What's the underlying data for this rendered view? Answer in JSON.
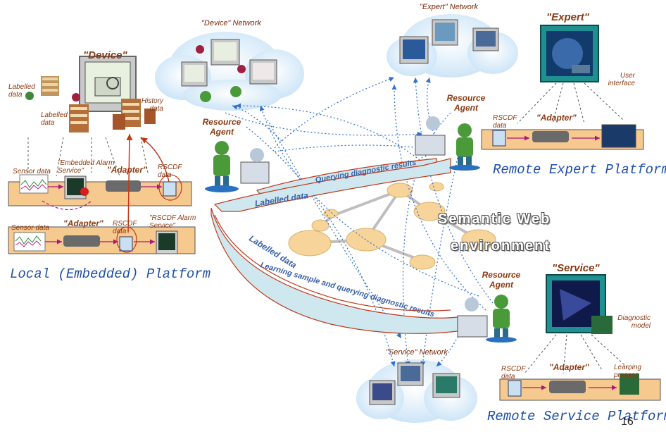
{
  "colors": {
    "platform_text": "#1e4fa8",
    "label_text": "#8b3a12",
    "flow_fill": "#cfe8ef",
    "flow_border": "#c0391b",
    "semantic_node": "#f7d59a",
    "platform_bar": "#f6c98f",
    "dotted_links": "#2f6fd0"
  },
  "device_section": {
    "title": "\"Device\"",
    "network_label": "\"Device\" Network",
    "labelled_data_1": "Labelled data",
    "labelled_data_2": "Labelled data",
    "history_data": "History data"
  },
  "local_platform": {
    "name": "Local (Embedded) Platform",
    "sensor_data_1": "Sensor data",
    "sensor_data_2": "Sensor data",
    "embedded_alarm": "\"Embedded Alarm Service\"",
    "adapter_1": "\"Adapter\"",
    "adapter_2": "\"Adapter\"",
    "rscdf_data_1": "RSCDF data",
    "rscdf_data_2": "RSCDF data",
    "rscdf_alarm": "\"RSCDF Alarm Service\""
  },
  "central": {
    "resource_agent": "Resource Agent",
    "semantic_web_1": "Semantic Web",
    "semantic_web_2": "environment"
  },
  "flows": {
    "querying_results": "Querying diagnostic results",
    "labelled_data_upper": "Labelled data",
    "labelled_data_lower": "Labelled data",
    "learning_sample": "Learning sample and querying diagnostic results"
  },
  "expert_section": {
    "network_label": "\"Expert\" Network",
    "title": "\"Expert\"",
    "user_interface": "User interface",
    "resource_agent": "Resource Agent",
    "rscdf_data": "RSCDF data",
    "adapter": "\"Adapter\"",
    "platform_name": "Remote Expert Platform"
  },
  "service_section": {
    "title": "\"Service\"",
    "diagnostic_model": "Diagnostic model",
    "resource_agent": "Resource Agent",
    "network_label": "\"Service\" Network",
    "rscdf_data": "RSCDF data",
    "adapter": "\"Adapter\"",
    "learning_process": "Learning process",
    "platform_name": "Remote Service Platform"
  },
  "page_number": "16"
}
